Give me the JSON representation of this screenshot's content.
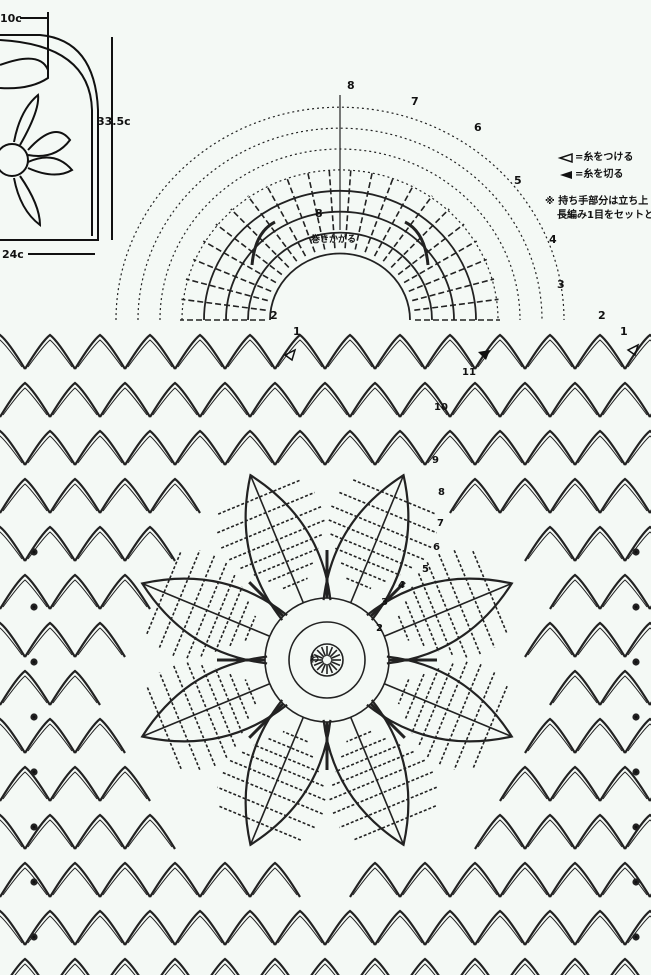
{
  "schematic": {
    "width_top": "10c",
    "height": "33.5c",
    "width_bottom": "24c"
  },
  "legend": {
    "attach_yarn": "=糸をつける",
    "cut_yarn": "=糸を切る",
    "note_line1": "※ 持ち手部分は立ち上",
    "note_line2": "長編み1目をセットとし"
  },
  "handle": {
    "join_label": "巻きかがる",
    "rows": [
      "3",
      "4",
      "5",
      "6",
      "7",
      "8"
    ]
  },
  "side_rows": {
    "left": [
      "1",
      "2"
    ],
    "right": [
      "1",
      "2"
    ]
  },
  "diagonal_rows": [
    "2",
    "3",
    "4",
    "5",
    "6",
    "7",
    "8",
    "9",
    "10",
    "11"
  ],
  "center_label": "わ"
}
